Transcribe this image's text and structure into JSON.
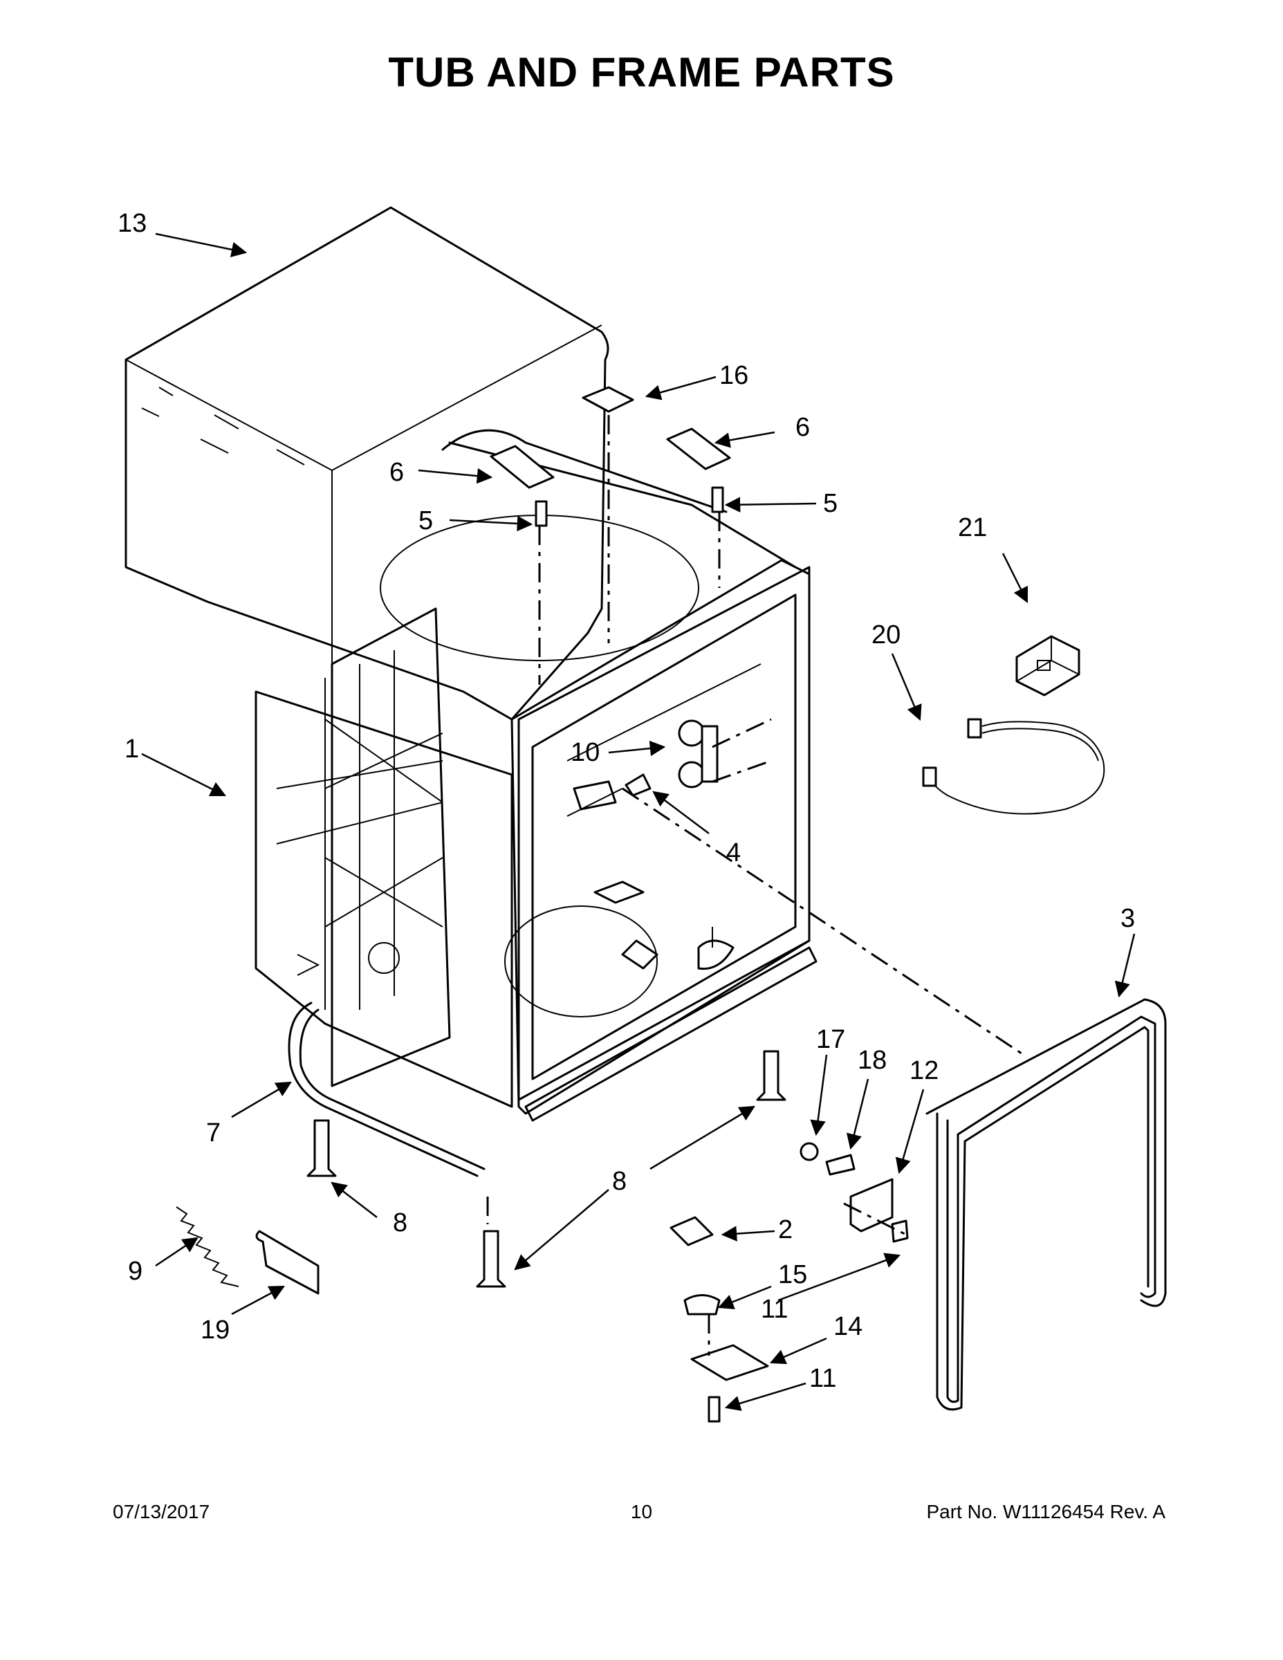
{
  "header": {
    "title": "TUB AND FRAME PARTS"
  },
  "callouts": {
    "c1": "1",
    "c2": "2",
    "c3": "3",
    "c4": "4",
    "c5a": "5",
    "c5b": "5",
    "c6a": "6",
    "c6b": "6",
    "c7": "7",
    "c8a": "8",
    "c8b": "8",
    "c9": "9",
    "c10": "10",
    "c11a": "11",
    "c11b": "11",
    "c12": "12",
    "c13": "13",
    "c14": "14",
    "c15": "15",
    "c16": "16",
    "c17": "17",
    "c18": "18",
    "c19": "19",
    "c20": "20",
    "c21": "21"
  },
  "footer": {
    "date": "07/13/2017",
    "page": "10",
    "part_no": "Part No.  W11126454  Rev.  A"
  }
}
